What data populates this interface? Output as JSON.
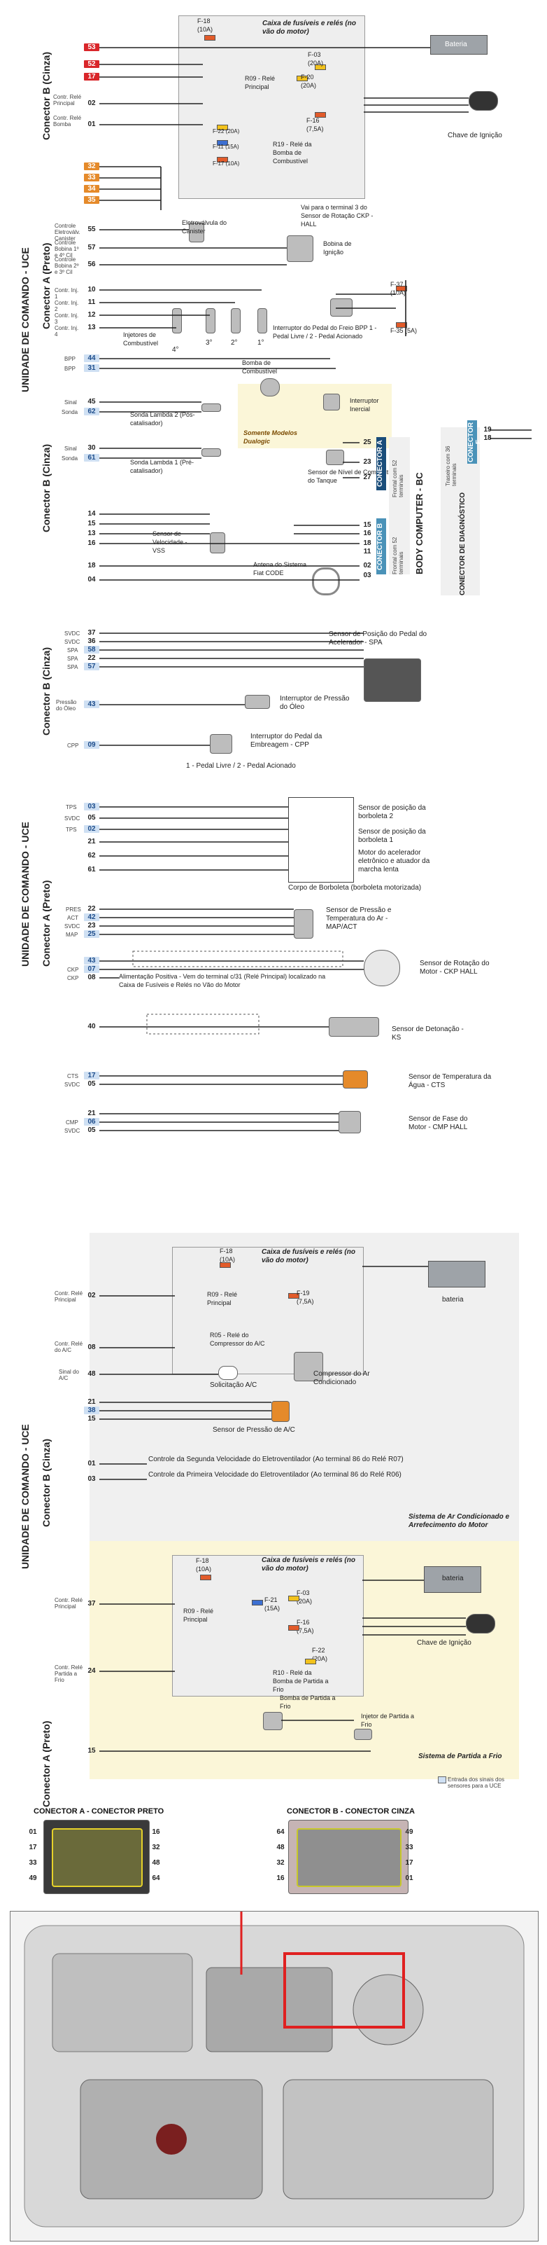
{
  "vertical_labels": {
    "s1_outer": "UNIDADE DE COMANDO - UCE",
    "s1_b": "Conector B (Cinza)",
    "s1_a": "Conector A (Preto)",
    "s1_b2": "Conector B (Cinza)",
    "s2_outer": "UNIDADE DE COMANDO - UCE",
    "s2_b": "Conector B (Cinza)",
    "s2_a": "Conector A (Preto)",
    "s3_outer": "UNIDADE DE COMANDO - UCE",
    "s3_b": "Conector B (Cinza)",
    "s4_a": "Conector A (Preto)",
    "bc": "BODY COMPUTER - BC",
    "diag": "CONECTOR DE DIAGNÓSTICO",
    "bc_a": "CONECTOR A",
    "bc_b": "CONECTOR B",
    "bc_frontal": "Frontal com 52 terminais",
    "bc_frontal2": "Frontal com 52 terminais",
    "diag_side": "Traseiro com 36 terminais",
    "diag_f": "CONECTOR F"
  },
  "section1": {
    "fusebox_title": "Caixa de fusíveis e relés (no vão do motor)",
    "fuses": {
      "f18": "F-18 (10A)",
      "f03": "F-03 (20A)",
      "f20": "F-20 (20A)",
      "f16": "F-16 (7,5A)",
      "f22": "F-22 (20A)",
      "f11": "F-11 (15A)",
      "f17": "F-17 (10A)",
      "f37": "F-37 (10A)",
      "f35": "F-35 (5A)"
    },
    "relays": {
      "r09": "R09 - Relé Principal",
      "r19": "R19 - Relé da Bomba de Combustível"
    },
    "pins_top": [
      "53",
      "52",
      "17",
      "02",
      "01"
    ],
    "pins_top_side": [
      "Contr. Relé Principal",
      "Contr. Relé Bomba"
    ],
    "pins_a": [
      "32",
      "33",
      "34",
      "35",
      "55",
      "57",
      "56",
      "10",
      "11",
      "12",
      "13"
    ],
    "pins_a_side": [
      "Controle Eletroválv. Canister",
      "Controle Bobina 1º e 4º Cil",
      "Controle Bobina 2º e 3º Cil",
      "Contr. Inj. 1",
      "Contr. Inj. 2",
      "Contr. Inj. 3",
      "Contr. Inj. 4"
    ],
    "pins_b": [
      "44",
      "31",
      "45",
      "62",
      "30",
      "61",
      "14",
      "15",
      "13",
      "16",
      "18",
      "04"
    ],
    "pins_b_side": [
      "BPP",
      "BPP",
      "Sinal",
      "Sonda",
      "Sinal",
      "Sonda"
    ],
    "labels": {
      "battery_lbl": "Bateria",
      "ignition": "Chave de Ignição",
      "ckp": "Vai para o terminal 3 do Sensor de Rotação CKP - HALL",
      "canister": "Eletroválvula do Canister",
      "coil": "Bobina de Ignição",
      "injectors": "Injetores de Combustível",
      "bpp": "Interruptor do Pedal do Freio BPP 1 - Pedal Livre / 2 - Pedal Acionado",
      "pump": "Bomba de Combustível",
      "inertial": "Interruptor Inercial",
      "dualogic": "Somente Modelos Dualogic",
      "level": "Sensor de Nível de Combustível do Tanque",
      "lambda2": "Sonda Lambda 2 (Pós-catalisador)",
      "lambda1": "Sonda Lambda 1 (Pré-catalisador)",
      "vss": "Sensor de Velocidade - VSS",
      "antenna": "Antena do Sistema Fiat CODE"
    },
    "bc_pins": [
      "25",
      "23",
      "27",
      "15",
      "16",
      "18",
      "11",
      "02",
      "03"
    ],
    "diag_pins": [
      "19",
      "18"
    ],
    "cyl": [
      "4°",
      "3°",
      "2°",
      "1°"
    ]
  },
  "section2": {
    "pins_b": [
      "37",
      "36",
      "58",
      "22",
      "57",
      "43",
      "09"
    ],
    "pins_b_side": [
      "SVDC",
      "SVDC",
      "SPA",
      "SPA",
      "SPA",
      "Pressão do Óleo",
      "CPP"
    ],
    "pins_a": [
      "03",
      "05",
      "02",
      "21",
      "62",
      "61",
      "22",
      "42",
      "23",
      "25",
      "43",
      "07",
      "08",
      "40",
      "17",
      "05",
      "21",
      "06",
      "05"
    ],
    "pins_a_side": [
      "TPS",
      "SVDC",
      "TPS",
      "PRES",
      "ACT",
      "SVDC",
      "MAP",
      "CKP",
      "CKP",
      "CTS",
      "SVDC",
      "CMP",
      "SVDC"
    ],
    "labels": {
      "spa": "Sensor de Posição do Pedal do Acelerador - SPA",
      "oil": "Interruptor de Pressão do Óleo",
      "cpp": "Interruptor do Pedal da Embreagem - CPP",
      "cpp_sub": "1 - Pedal Livre / 2 - Pedal Acionado",
      "tps2": "Sensor de posição da borboleta 2",
      "tps1": "Sensor de posição da borboleta 1",
      "motor": "Motor do acelerador eletrônico e atuador da marcha lenta",
      "throttle": "Corpo de Borboleta (borboleta motorizada)",
      "map": "Sensor de Pressão e Temperatura do Ar - MAP/ACT",
      "feed": "Alimentação Positiva - Vem do terminal c/31 (Relé Principal) localizado na Caixa de Fusíveis e Relés no Vão do Motor",
      "ckp": "Sensor de Rotação do Motor - CKP HALL",
      "ks": "Sensor de Detonação - KS",
      "cts": "Sensor de Temperatura da Água - CTS",
      "cmp": "Sensor de Fase do Motor - CMP HALL"
    }
  },
  "section3": {
    "fusebox_title": "Caixa de fusíveis e relés (no vão do motor)",
    "f18": "F-18 (10A)",
    "f19": "F-19 (7,5A)",
    "r09": "R09 - Relé Principal",
    "r05": "R05 - Relé do Compressor do A/C",
    "battery": "bateria",
    "pins": [
      "02",
      "08",
      "48",
      "21",
      "38",
      "15",
      "01",
      "03"
    ],
    "pins_side": [
      "Contr. Relé Principal",
      "Contr. Relé do A/C",
      "Sinal do A/C"
    ],
    "labels": {
      "request": "Solicitação A/C",
      "compressor": "Compressor do Ar Condicionado",
      "pressure": "Sensor de Pressão de A/C",
      "fan2": "Controle da Segunda Velocidade do Eletroventilador (Ao terminal 86 do Relé R07)",
      "fan1": "Controle da Primeira Velocidade do Eletroventilador (Ao terminal 86 do Relé R06)",
      "system": "Sistema de Ar Condicionado e Arrefecimento do Motor"
    }
  },
  "section4": {
    "fusebox_title": "Caixa de fusíveis e relés (no vão do motor)",
    "f18": "F-18 (10A)",
    "f21": "F-21 (15A)",
    "f03": "F-03 (20A)",
    "f16": "F-16 (7,5A)",
    "f22": "F-22 (20A)",
    "r09": "R09 - Relé Principal",
    "r10": "R10 - Relé da Bomba de Partida a Frio",
    "battery": "bateria",
    "ignition": "Chave de Ignição",
    "pump": "Bomba de Partida a Frio",
    "injector": "Injetor de Partida a Frio",
    "pins": [
      "37",
      "24",
      "15"
    ],
    "pins_side": [
      "Contr. Relé Principal",
      "Contr. Relé Partida a Frio"
    ],
    "system": "Sistema de Partida a Frio",
    "legend": "Entrada dos sinais dos sensores para a UCE"
  },
  "connectors": {
    "a_title": "CONECTOR A - CONECTOR PRETO",
    "b_title": "CONECTOR B - CONECTOR CINZA",
    "a_pins": [
      "01",
      "17",
      "33",
      "49",
      "16",
      "32",
      "48",
      "64"
    ],
    "b_pins": [
      "64",
      "48",
      "32",
      "16",
      "49",
      "33",
      "17",
      "01"
    ]
  },
  "colors": {
    "navy": "#1a4d7a",
    "red": "#d9262a",
    "orange": "#e58a2a",
    "lightblue": "#cfe0f3",
    "yellow_bg": "#fbf6d8",
    "grey_bg": "#eeeeee"
  }
}
